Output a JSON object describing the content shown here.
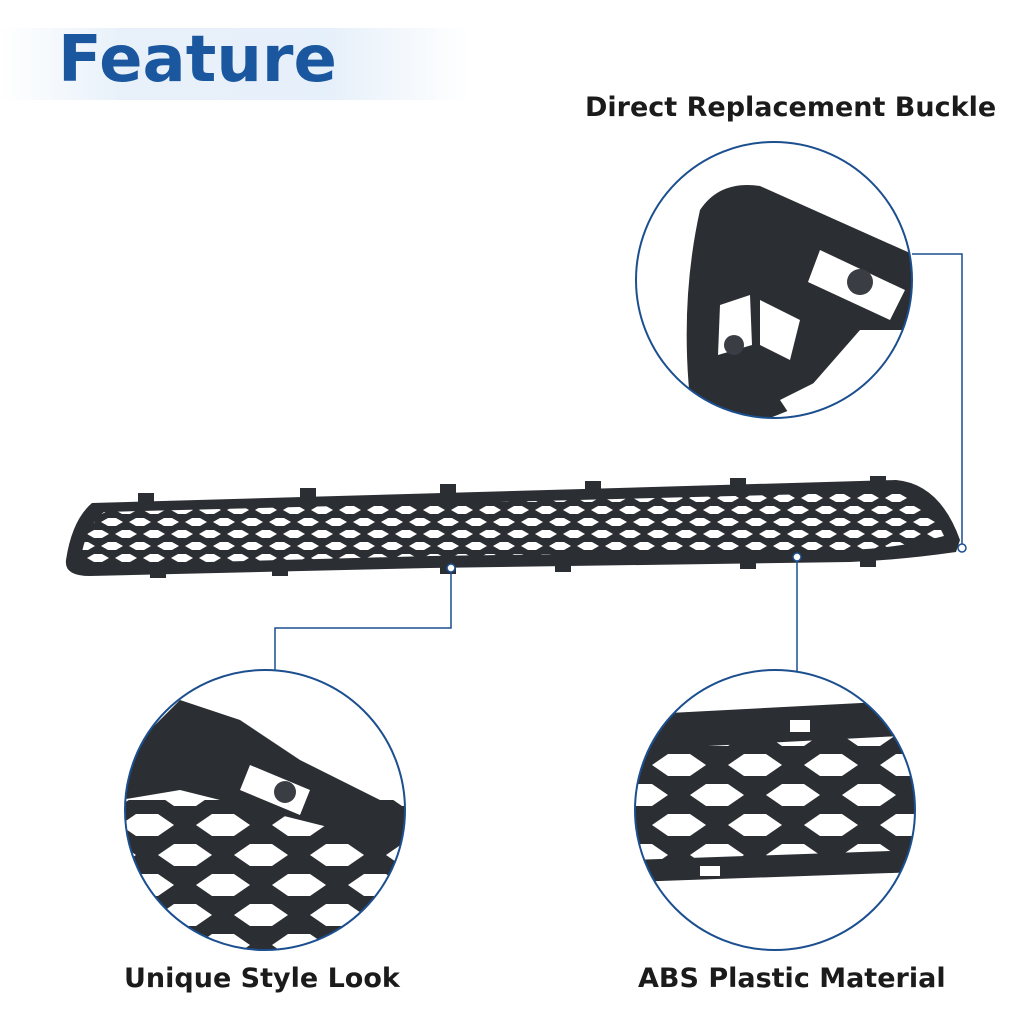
{
  "header": {
    "title": "Feature"
  },
  "features": [
    {
      "label": "Direct Replacement Buckle",
      "detail": "buckle-clip"
    },
    {
      "label": "Unique Style Look",
      "detail": "honeycomb-edge"
    },
    {
      "label": "ABS Plastic Material",
      "detail": "honeycomb-mesh"
    }
  ],
  "colors": {
    "title": "#1a579f",
    "callout_ring": "#1c4f8f",
    "callout_line": "#1c4f8f",
    "product": "#2b2e33",
    "label": "#1b1b1b"
  }
}
